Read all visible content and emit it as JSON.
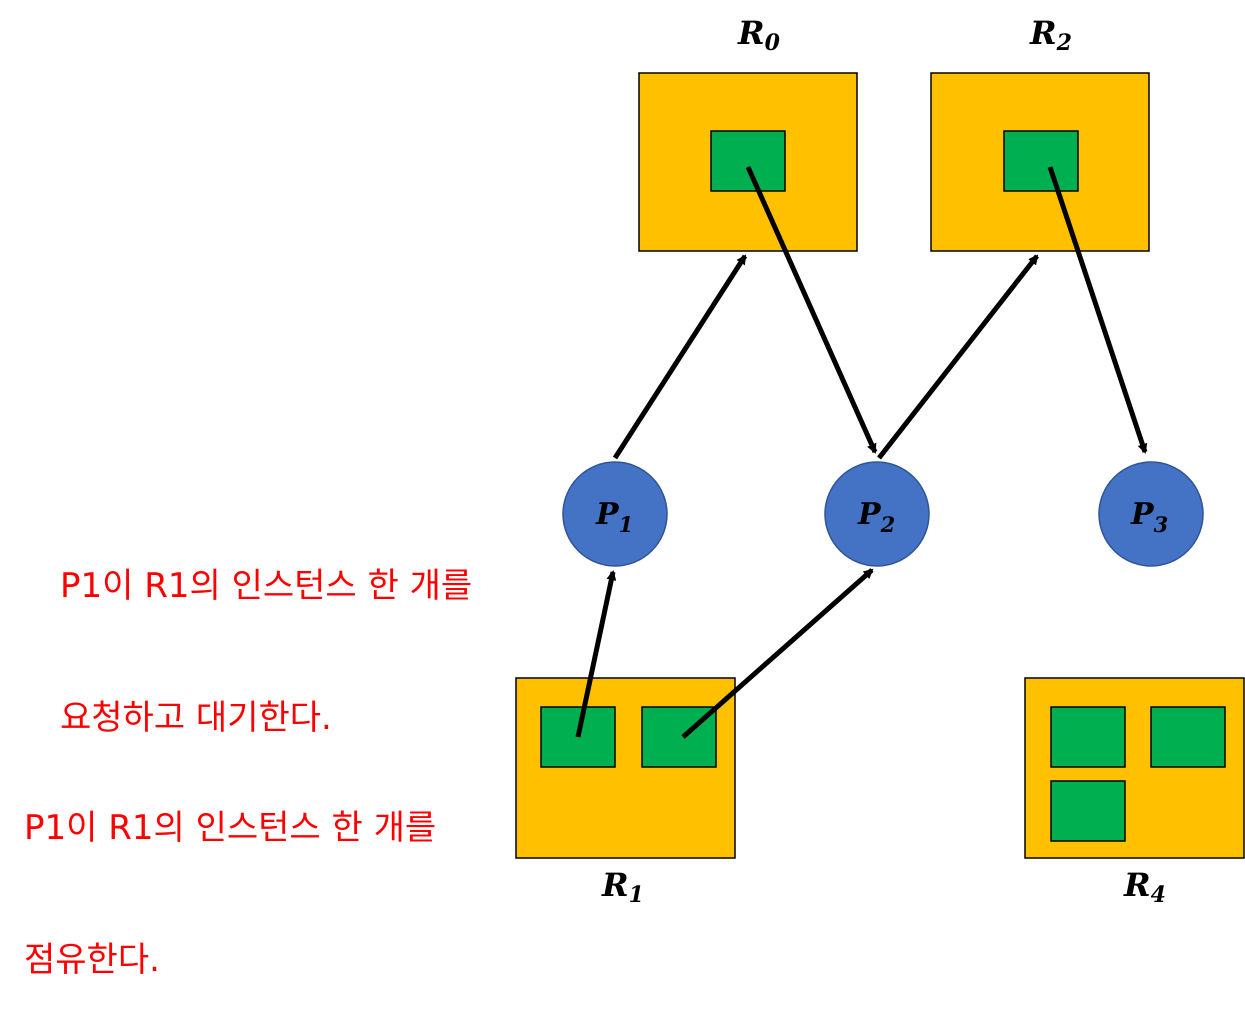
{
  "colors": {
    "resource_fill": "#FFC000",
    "instance_fill": "#00B050",
    "process_fill": "#4472C4",
    "process_stroke": "#2F5597",
    "edge": "#000000",
    "annotation": "#FF0000"
  },
  "resources": [
    {
      "id": "R0",
      "label": "R",
      "sub": "0",
      "instances": 1
    },
    {
      "id": "R2",
      "label": "R",
      "sub": "2",
      "instances": 1
    },
    {
      "id": "R1",
      "label": "R",
      "sub": "1",
      "instances": 2
    },
    {
      "id": "R4",
      "label": "R",
      "sub": "4",
      "instances": 3
    }
  ],
  "processes": [
    {
      "id": "P1",
      "label": "P",
      "sub": "1"
    },
    {
      "id": "P2",
      "label": "P",
      "sub": "2"
    },
    {
      "id": "P3",
      "label": "P",
      "sub": "3"
    }
  ],
  "edges": [
    {
      "from": "P1",
      "to": "R0",
      "kind": "request"
    },
    {
      "from": "R0",
      "to": "P2",
      "kind": "assignment"
    },
    {
      "from": "P2",
      "to": "R2",
      "kind": "request"
    },
    {
      "from": "R2",
      "to": "P3",
      "kind": "assignment"
    },
    {
      "from": "R1",
      "to": "P1",
      "kind": "assignment"
    },
    {
      "from": "R1",
      "to": "P2",
      "kind": "assignment"
    }
  ],
  "annotations": {
    "request": {
      "line1": "P1이 R1의 인스턴스 한 개를",
      "line2": "요청하고 대기한다."
    },
    "hold": {
      "line1": "P1이 R1의 인스턴스 한 개를",
      "line2": "점유한다."
    }
  }
}
